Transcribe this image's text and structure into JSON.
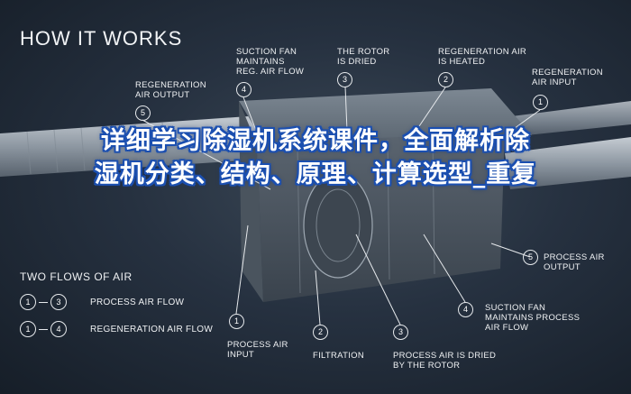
{
  "header": {
    "title": "HOW IT WORKS"
  },
  "overlay_title": "详细学习除湿机系统课件，全面解析除湿机分类、结构、原理、计算选型_重复",
  "callouts_top": [
    {
      "number": "5",
      "line1": "REGENERATION",
      "line2": "AIR OUTPUT",
      "line3": ""
    },
    {
      "number": "4",
      "line1": "SUCTION FAN",
      "line2": "MAINTAINS",
      "line3": "REG. AIR FLOW"
    },
    {
      "number": "3",
      "line1": "THE ROTOR",
      "line2": "IS DRIED",
      "line3": ""
    },
    {
      "number": "2",
      "line1": "REGENERATION AIR",
      "line2": "IS HEATED",
      "line3": ""
    },
    {
      "number": "1",
      "line1": "REGENERATION",
      "line2": "AIR INPUT",
      "line3": ""
    }
  ],
  "callouts_bottom": [
    {
      "number": "1",
      "line1": "PROCESS AIR",
      "line2": "INPUT"
    },
    {
      "number": "2",
      "line1": "FILTRATION",
      "line2": ""
    },
    {
      "number": "3",
      "line1": "PROCESS AIR IS DRIED",
      "line2": "BY THE ROTOR"
    }
  ],
  "callouts_right": [
    {
      "number": "5",
      "line1": "PROCESS AIR",
      "line2": "OUTPUT",
      "line3": ""
    },
    {
      "number": "4",
      "line1": "SUCTION FAN",
      "line2": "MAINTAINS PROCESS",
      "line3": "AIR FLOW"
    }
  ],
  "legend": {
    "title": "TWO FLOWS OF AIR",
    "rows": [
      {
        "from": "1",
        "to": "3",
        "label": "PROCESS AIR FLOW"
      },
      {
        "from": "1",
        "to": "4",
        "label": "REGENERATION AIR FLOW"
      }
    ]
  },
  "colors": {
    "background": "#263140",
    "overlay_outline": "#1b4fb0",
    "line": "#e6e9ec"
  }
}
